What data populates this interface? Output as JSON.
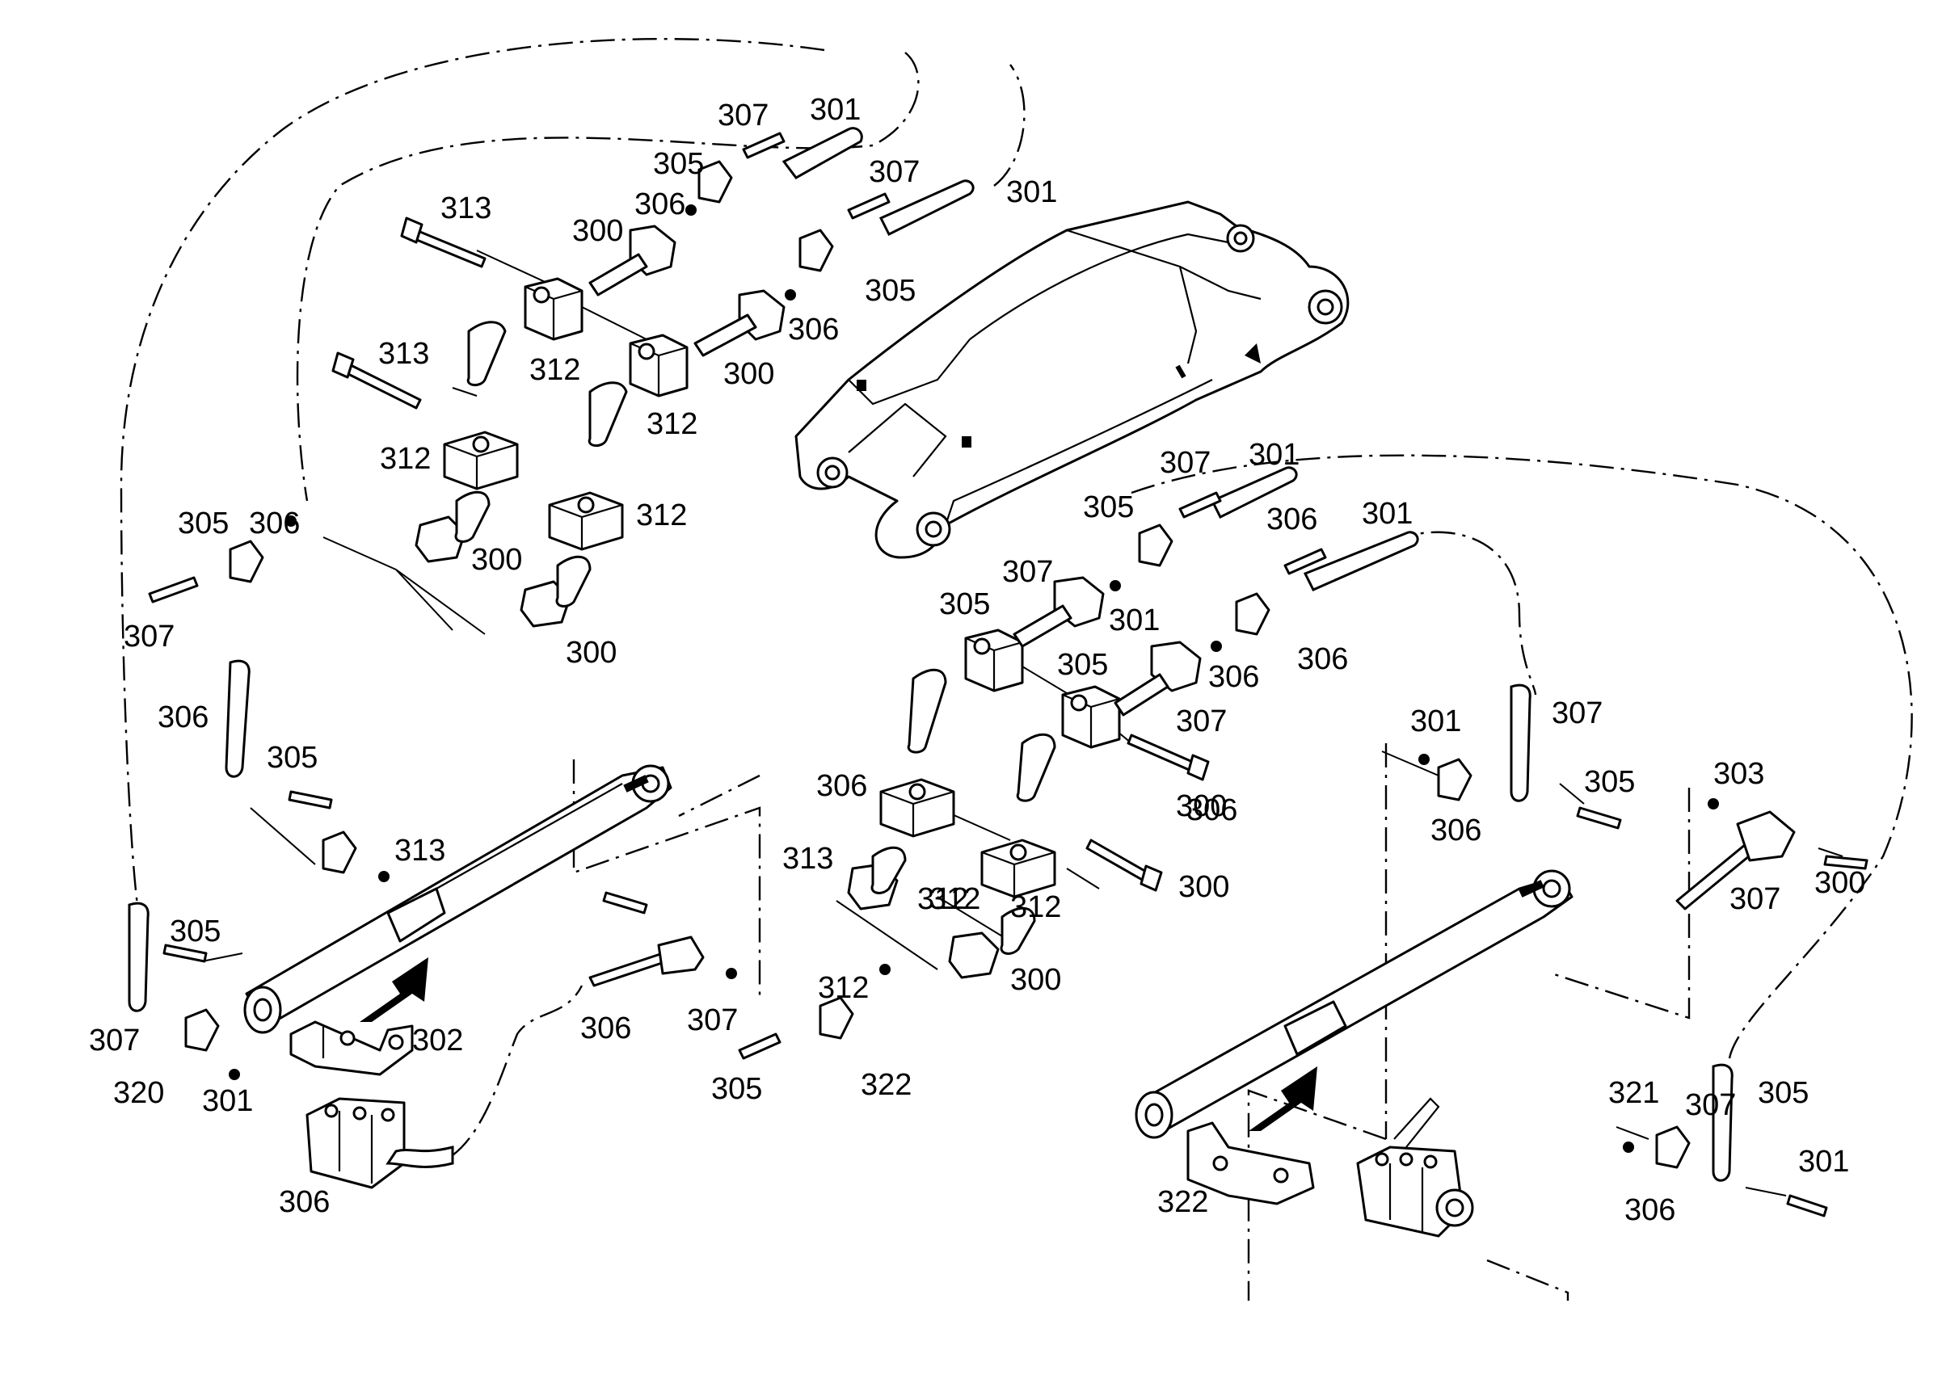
{
  "labels": [
    {
      "id": "l1",
      "text": "307"
    },
    {
      "id": "l2",
      "text": "301"
    },
    {
      "id": "l3",
      "text": "305"
    },
    {
      "id": "l4",
      "text": "307"
    },
    {
      "id": "l5",
      "text": "301"
    },
    {
      "id": "l6",
      "text": "313"
    },
    {
      "id": "l7",
      "text": "306"
    },
    {
      "id": "l8",
      "text": "300"
    },
    {
      "id": "l9",
      "text": "305"
    },
    {
      "id": "l10",
      "text": "306"
    },
    {
      "id": "l11",
      "text": "313"
    },
    {
      "id": "l12",
      "text": "312"
    },
    {
      "id": "l13",
      "text": "300"
    },
    {
      "id": "l14",
      "text": "312"
    },
    {
      "id": "l15",
      "text": "312"
    },
    {
      "id": "l16",
      "text": "312"
    },
    {
      "id": "l17",
      "text": "305"
    },
    {
      "id": "l18",
      "text": "306"
    },
    {
      "id": "l19",
      "text": "300"
    },
    {
      "id": "l20",
      "text": "307"
    },
    {
      "id": "l21",
      "text": "300"
    },
    {
      "id": "l22",
      "text": "301"
    },
    {
      "id": "l23",
      "text": "307"
    },
    {
      "id": "l24",
      "text": "305"
    },
    {
      "id": "l25",
      "text": "306"
    },
    {
      "id": "l26",
      "text": "301"
    },
    {
      "id": "l27",
      "text": "307"
    },
    {
      "id": "l28",
      "text": "301"
    },
    {
      "id": "l29",
      "text": "305"
    },
    {
      "id": "l30",
      "text": "306"
    },
    {
      "id": "l31",
      "text": "305"
    },
    {
      "id": "l32",
      "text": "306"
    },
    {
      "id": "l33",
      "text": "307"
    },
    {
      "id": "l34",
      "text": "300"
    },
    {
      "id": "l35",
      "text": "306"
    },
    {
      "id": "l36",
      "text": "312"
    },
    {
      "id": "l37",
      "text": "312"
    },
    {
      "id": "l38",
      "text": "300"
    },
    {
      "id": "l39",
      "text": "306"
    },
    {
      "id": "l40",
      "text": "305"
    },
    {
      "id": "l41",
      "text": "313"
    },
    {
      "id": "l42",
      "text": "312"
    },
    {
      "id": "l43",
      "text": "300"
    },
    {
      "id": "l44",
      "text": "312"
    },
    {
      "id": "l45",
      "text": "313"
    },
    {
      "id": "l46",
      "text": "306"
    },
    {
      "id": "l47",
      "text": "301"
    },
    {
      "id": "l48",
      "text": "307"
    },
    {
      "id": "l49",
      "text": "305"
    },
    {
      "id": "l50",
      "text": "306"
    },
    {
      "id": "l51",
      "text": "303"
    },
    {
      "id": "l52",
      "text": "307"
    },
    {
      "id": "l53",
      "text": "300"
    },
    {
      "id": "l54",
      "text": "307"
    },
    {
      "id": "l55",
      "text": "301"
    },
    {
      "id": "l56",
      "text": "305"
    },
    {
      "id": "l57",
      "text": "306"
    },
    {
      "id": "l58",
      "text": "321"
    },
    {
      "id": "l59",
      "text": "302"
    },
    {
      "id": "l60",
      "text": "306"
    },
    {
      "id": "l61",
      "text": "307"
    },
    {
      "id": "l62",
      "text": "305"
    },
    {
      "id": "l63",
      "text": "322"
    },
    {
      "id": "l64",
      "text": "306"
    },
    {
      "id": "l65",
      "text": "301"
    },
    {
      "id": "l66",
      "text": "307"
    },
    {
      "id": "l67",
      "text": "305"
    },
    {
      "id": "l68",
      "text": "320"
    },
    {
      "id": "l69",
      "text": "322"
    }
  ]
}
